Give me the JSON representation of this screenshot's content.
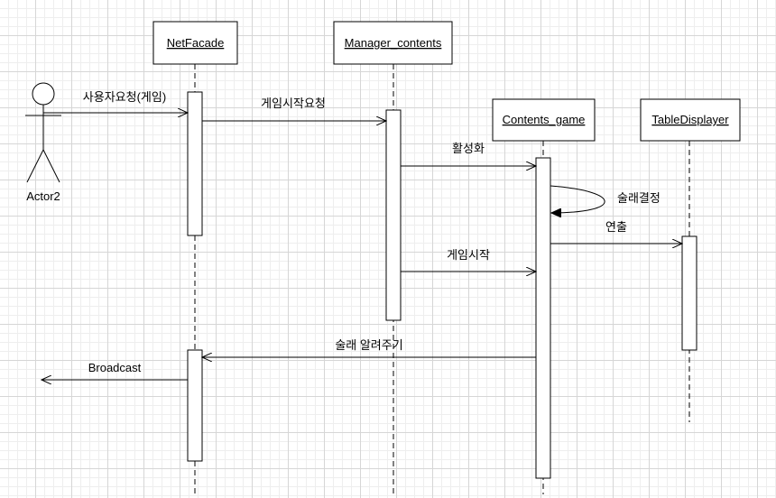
{
  "actor": {
    "name": "Actor2"
  },
  "participants": [
    {
      "id": "netfacade",
      "label": "NetFacade"
    },
    {
      "id": "manager",
      "label": "Manager_contents"
    },
    {
      "id": "contents_game",
      "label": "Contents_game"
    },
    {
      "id": "table",
      "label": "TableDisplayer"
    }
  ],
  "messages": [
    {
      "id": "m1",
      "label": "사용자요청(게임)"
    },
    {
      "id": "m2",
      "label": "게임시작요청"
    },
    {
      "id": "m3",
      "label": "활성화"
    },
    {
      "id": "m4",
      "label": "술래결정"
    },
    {
      "id": "m5",
      "label": "연출"
    },
    {
      "id": "m6",
      "label": "게임시작"
    },
    {
      "id": "m7",
      "label": "술래 알려주기"
    },
    {
      "id": "m8",
      "label": "Broadcast"
    }
  ]
}
